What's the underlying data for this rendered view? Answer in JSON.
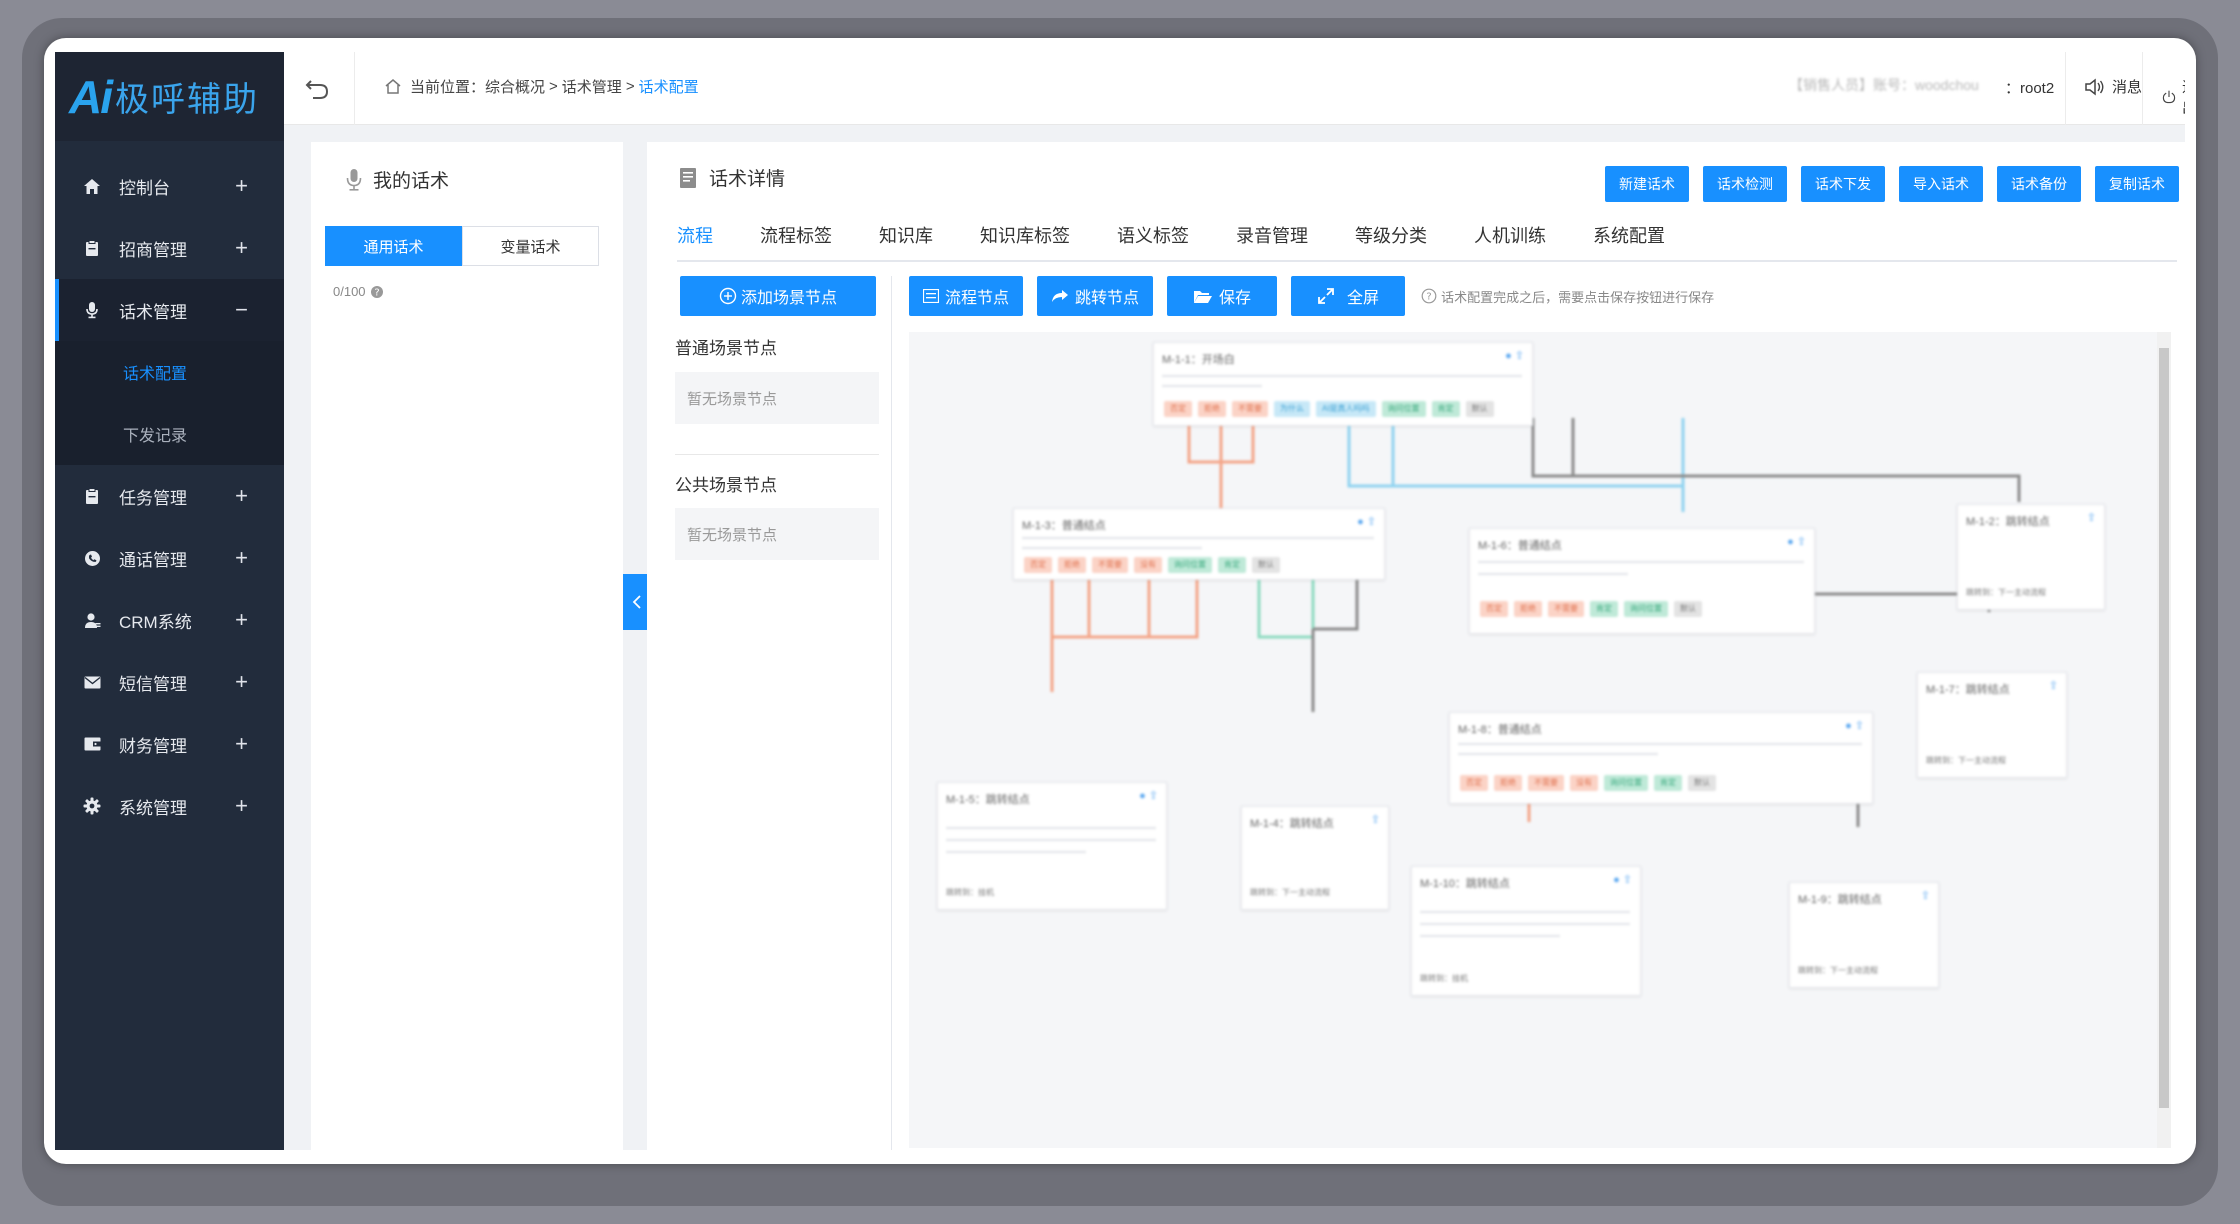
{
  "app": {
    "logo_ai": "Ai",
    "logo_text": "极呼辅助"
  },
  "sidebar": {
    "items": [
      {
        "label": "控制台",
        "icon": "home-icon",
        "sign": "+"
      },
      {
        "label": "招商管理",
        "icon": "clipboard-icon",
        "sign": "+"
      },
      {
        "label": "话术管理",
        "icon": "microphone-icon",
        "sign": "−"
      },
      {
        "label": "任务管理",
        "icon": "clipboard-icon",
        "sign": "+"
      },
      {
        "label": "通话管理",
        "icon": "phone-icon",
        "sign": "+"
      },
      {
        "label": "CRM系统",
        "icon": "user-icon",
        "sign": "+"
      },
      {
        "label": "短信管理",
        "icon": "mail-icon",
        "sign": "+"
      },
      {
        "label": "财务管理",
        "icon": "wallet-icon",
        "sign": "+"
      },
      {
        "label": "系统管理",
        "icon": "gear-icon",
        "sign": "+"
      }
    ],
    "subitems": [
      {
        "label": "话术配置",
        "active": true
      },
      {
        "label": "下发记录",
        "active": false
      }
    ]
  },
  "topbar": {
    "crumb_prefix": "当前位置：",
    "crumb_1": "综合概况",
    "crumb_2": "话术管理",
    "crumb_3": "话术配置",
    "crumb_sep": ">",
    "user_blur": "【销售人员】账号：woodchou",
    "user_name": "：root2",
    "message": "消息",
    "logout": "退出"
  },
  "left_panel": {
    "title": "我的话术",
    "tab_general": "通用话术",
    "tab_variable": "变量话术",
    "count": "0/100"
  },
  "main": {
    "title": "话术详情",
    "top_buttons": [
      "新建话术",
      "话术检测",
      "话术下发",
      "导入话术",
      "话术备份",
      "复制话术"
    ],
    "tabs": [
      "流程",
      "流程标签",
      "知识库",
      "知识库标签",
      "语义标签",
      "录音管理",
      "等级分类",
      "人机训练",
      "系统配置"
    ],
    "add_scene": "添加场景节点",
    "normal_scene": "普通场景节点",
    "public_scene": "公共场景节点",
    "no_scene": "暂无场景节点",
    "tool_flow": "流程节点",
    "tool_jump": "跳转节点",
    "tool_save": "保存",
    "tool_full": "全屏",
    "tip": "话术配置完成之后，需要点击保存按钮进行保存"
  },
  "flow": {
    "nodes": [
      {
        "id": "n1",
        "title": "M-1-1：开场白",
        "chips": [
          [
            "o",
            "否定"
          ],
          [
            "o",
            "拒绝"
          ],
          [
            "o",
            "不需要"
          ],
          [
            "b",
            "为什么"
          ],
          [
            "b",
            "AI是真人吗吗"
          ],
          [
            "g",
            "询问位置"
          ],
          [
            "g",
            "肯定"
          ],
          [
            "d",
            "默认"
          ]
        ]
      },
      {
        "id": "n2",
        "title": "M-1-2：跳转结点",
        "foot": "跳转到：下一主动流程"
      },
      {
        "id": "n3",
        "title": "M-1-3：普通结点",
        "chips": [
          [
            "o",
            "否定"
          ],
          [
            "o",
            "拒绝"
          ],
          [
            "o",
            "不需要"
          ],
          [
            "o",
            "没有"
          ],
          [
            "g",
            "询问位置"
          ],
          [
            "g",
            "肯定"
          ],
          [
            "d",
            "默认"
          ]
        ]
      },
      {
        "id": "n4",
        "title": "M-1-4：跳转结点",
        "foot": "跳转到：下一主动流程"
      },
      {
        "id": "n5",
        "title": "M-1-5：跳转结点",
        "foot": "跳转到：挂机"
      },
      {
        "id": "n6",
        "title": "M-1-6：普通结点",
        "chips": [
          [
            "o",
            "否定"
          ],
          [
            "o",
            "拒绝"
          ],
          [
            "o",
            "不需要"
          ],
          [
            "g",
            "肯定"
          ],
          [
            "g",
            "询问位置"
          ],
          [
            "d",
            "默认"
          ]
        ]
      },
      {
        "id": "n7",
        "title": "M-1-7：跳转结点",
        "foot": "跳转到：下一主动流程"
      },
      {
        "id": "n8",
        "title": "M-1-8：普通结点",
        "chips": [
          [
            "o",
            "否定"
          ],
          [
            "o",
            "拒绝"
          ],
          [
            "o",
            "不需要"
          ],
          [
            "o",
            "没有"
          ],
          [
            "g",
            "询问位置"
          ],
          [
            "g",
            "肯定"
          ],
          [
            "d",
            "默认"
          ]
        ]
      },
      {
        "id": "n9",
        "title": "M-1-9：跳转结点",
        "foot": "跳转到：下一主动流程"
      },
      {
        "id": "n10",
        "title": "M-1-10：跳转结点",
        "foot": "跳转到：挂机"
      }
    ]
  },
  "colors": {
    "accent": "#1890ff",
    "sidebar": "#222c3c",
    "orange_wire": "#f4a487",
    "blue_wire": "#8fd3f0",
    "green_wire": "#8ddbc0",
    "gray_wire": "#8a8a8a"
  }
}
